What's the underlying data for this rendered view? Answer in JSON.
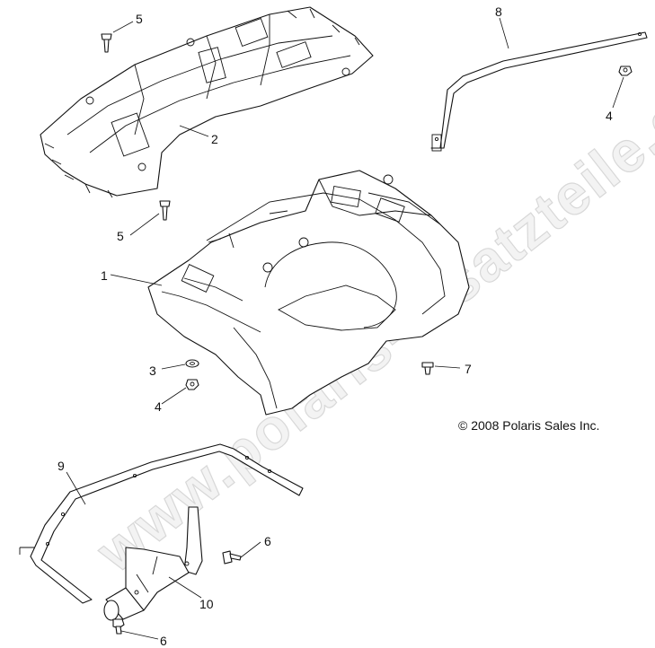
{
  "watermark": "www.polaris-ersatzteile.de",
  "copyright": "© 2008 Polaris Sales Inc.",
  "callouts": {
    "c1": "1",
    "c2": "2",
    "c3": "3",
    "c4a": "4",
    "c4b": "4",
    "c5a": "5",
    "c5b": "5",
    "c6a": "6",
    "c6b": "6",
    "c7": "7",
    "c8": "8",
    "c9": "9",
    "c10": "10"
  }
}
